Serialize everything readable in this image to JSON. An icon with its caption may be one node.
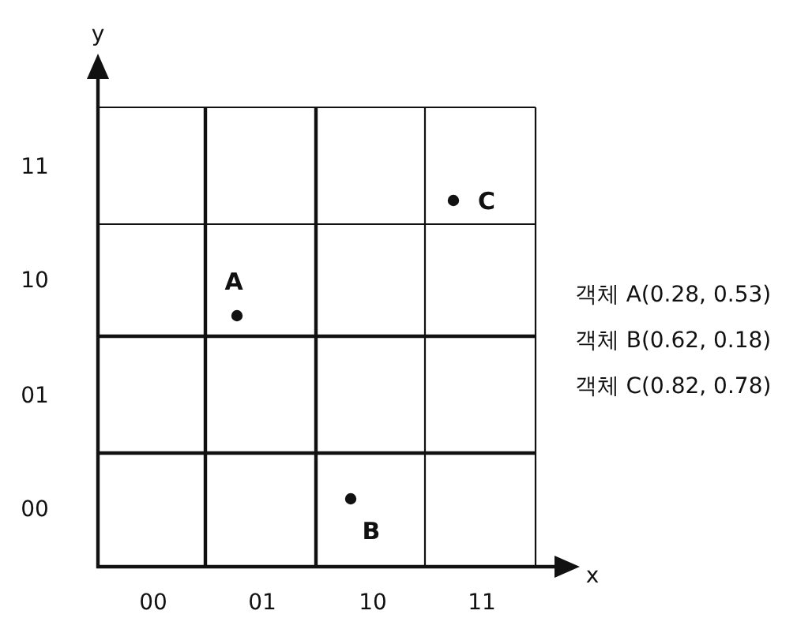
{
  "diagram": {
    "labels": [
      "y",
      "11",
      "C",
      "10",
      "A",
      "객체 A(0.28, 0.53)",
      "객체 B(0.62, 0.18)",
      "01",
      "객체 C(0.82, 0.78)",
      "00",
      "B",
      "x",
      "00",
      "01",
      "10",
      "11"
    ]
  }
}
